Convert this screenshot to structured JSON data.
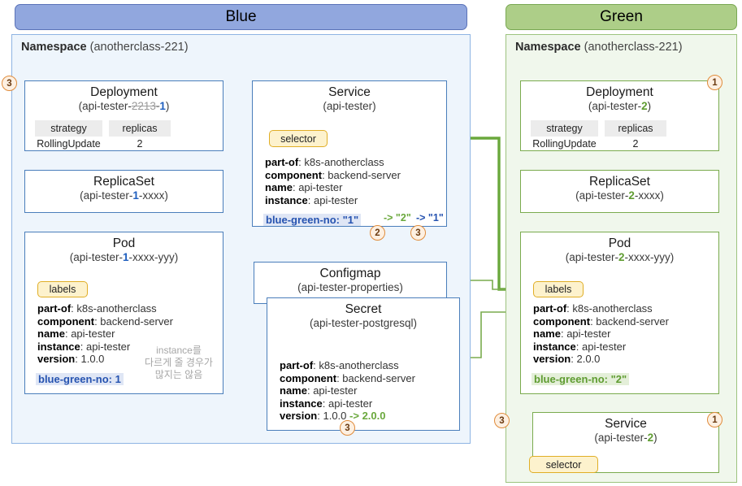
{
  "blue": {
    "banner": "Blue",
    "namespace": {
      "label": "Namespace",
      "value": "(anotherclass-221)"
    },
    "deployment": {
      "title": "Deployment",
      "name_prefix": "(api-tester-",
      "name_struck": "2213",
      "name_sep": "-",
      "name_num": "1",
      "name_suffix": ")",
      "col1_head": "strategy",
      "col2_head": "replicas",
      "col1_val": "RollingUpdate",
      "col2_val": "2",
      "marker": "3"
    },
    "replicaset": {
      "title": "ReplicaSet",
      "name_prefix": "(api-tester-",
      "name_num": "1",
      "name_suffix": "-xxxx)"
    },
    "pod": {
      "title": "Pod",
      "name_prefix": "(api-tester-",
      "name_num": "1",
      "name_suffix": "-xxxx-yyy)",
      "chip": "labels",
      "labels": [
        {
          "key": "part-of",
          "val": "k8s-anotherclass"
        },
        {
          "key": "component",
          "val": "backend-server"
        },
        {
          "key": "name",
          "val": "api-tester"
        },
        {
          "key": "instance",
          "val": "api-tester"
        },
        {
          "key": "version",
          "val": "1.0.0"
        }
      ],
      "bluegreen": "blue-green-no:  1"
    },
    "service": {
      "title": "Service",
      "name": "(api-tester)",
      "chip": "selector",
      "labels": [
        {
          "key": "part-of",
          "val": "k8s-anotherclass"
        },
        {
          "key": "component",
          "val": "backend-server"
        },
        {
          "key": "name",
          "val": "api-tester"
        },
        {
          "key": "instance",
          "val": "api-tester"
        }
      ],
      "bluegreen": "blue-green-no: \"1\"",
      "transition_1": "-> \"2\"",
      "transition_2": "-> \"1\"",
      "marker_2": "2",
      "marker_3": "3"
    },
    "configmap": {
      "title": "Configmap",
      "name": "(api-tester-properties)"
    },
    "secret": {
      "title": "Secret",
      "name": "(api-tester-postgresql)",
      "labels": [
        {
          "key": "part-of",
          "val": "k8s-anotherclass"
        },
        {
          "key": "component",
          "val": "backend-server"
        },
        {
          "key": "name",
          "val": "api-tester"
        },
        {
          "key": "instance",
          "val": "api-tester"
        }
      ],
      "version_key": "version",
      "version_old": "1.0.0",
      "version_arrow": "->",
      "version_new": "2.0.0",
      "marker": "3"
    },
    "note": "instance를\n다르게 줄 경우가\n많지는 않음"
  },
  "green": {
    "banner": "Green",
    "namespace": {
      "label": "Namespace",
      "value": "(anotherclass-221)"
    },
    "deployment": {
      "title": "Deployment",
      "name_prefix": "(api-tester-",
      "name_num": "2",
      "name_suffix": ")",
      "col1_head": "strategy",
      "col2_head": "replicas",
      "col1_val": "RollingUpdate",
      "col2_val": "2",
      "marker": "1"
    },
    "replicaset": {
      "title": "ReplicaSet",
      "name_prefix": "(api-tester-",
      "name_num": "2",
      "name_suffix": "-xxxx)"
    },
    "pod": {
      "title": "Pod",
      "name_prefix": "(api-tester-",
      "name_num": "2",
      "name_suffix": "-xxxx-yyy)",
      "chip": "labels",
      "labels": [
        {
          "key": "part-of",
          "val": "k8s-anotherclass"
        },
        {
          "key": "component",
          "val": "backend-server"
        },
        {
          "key": "name",
          "val": "api-tester"
        },
        {
          "key": "instance",
          "val": "api-tester"
        },
        {
          "key": "version",
          "val": "2.0.0"
        }
      ],
      "bluegreen": "blue-green-no:  \"2\""
    },
    "service": {
      "title": "Service",
      "name_prefix": "(api-tester-",
      "name_num": "2",
      "name_suffix": ")",
      "chip": "selector",
      "marker_1": "1",
      "marker_3": "3"
    }
  },
  "colors": {
    "blue_banner": "#91a7de",
    "green_banner": "#adce88",
    "blue_border": "#4a7ebb",
    "green_border": "#7aab4e",
    "yellow_chip": "#fdf2cd",
    "marker_orange": "#e08b3a",
    "x_blue": "#3a6fae",
    "x_green": "#6aa83c"
  }
}
